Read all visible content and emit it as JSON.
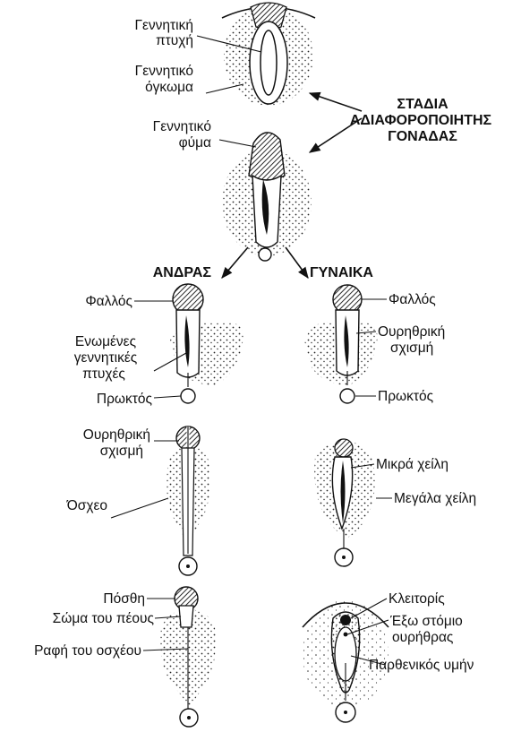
{
  "stages_title": [
    "ΣΤΑΔΙΑ",
    "ΑΔΙΑΦΟΡΟΠΟΙΗΤΗΣ",
    "ΓΟΝΑΔΑΣ"
  ],
  "indifferent": {
    "genital_fold": [
      "Γεννητική",
      "πτυχή"
    ],
    "genital_swelling": [
      "Γεννητικό",
      "όγκωμα"
    ],
    "genital_tubercle": [
      "Γεννητικό",
      "φύμα"
    ]
  },
  "male": {
    "heading": "ΑΝΔΡΑΣ",
    "phallus": "Φαλλός",
    "fused_folds": [
      "Ενωμένες",
      "γεννητικές",
      "πτυχές"
    ],
    "anus": "Πρωκτός",
    "urethral_groove": [
      "Ουρηθρική",
      "σχισμή"
    ],
    "scrotum": "Όσχεο",
    "prepuce": "Πόσθη",
    "penis_body": "Σώμα του πέους",
    "scrotal_raphe": "Ραφή του οσχέου"
  },
  "female": {
    "heading": "ΓΥΝΑΙΚΑ",
    "phallus": "Φαλλός",
    "urethral_groove": [
      "Ουρηθρική",
      "σχισμή"
    ],
    "anus": "Πρωκτός",
    "labia_minora": "Μικρά χείλη",
    "labia_majora": "Μεγάλα χείλη",
    "clitoris": "Κλειτορίς",
    "urethral_orifice": [
      "Έξω στόμιο",
      "ουρήθρας"
    ],
    "hymen": "Παρθενικός υμήν"
  }
}
